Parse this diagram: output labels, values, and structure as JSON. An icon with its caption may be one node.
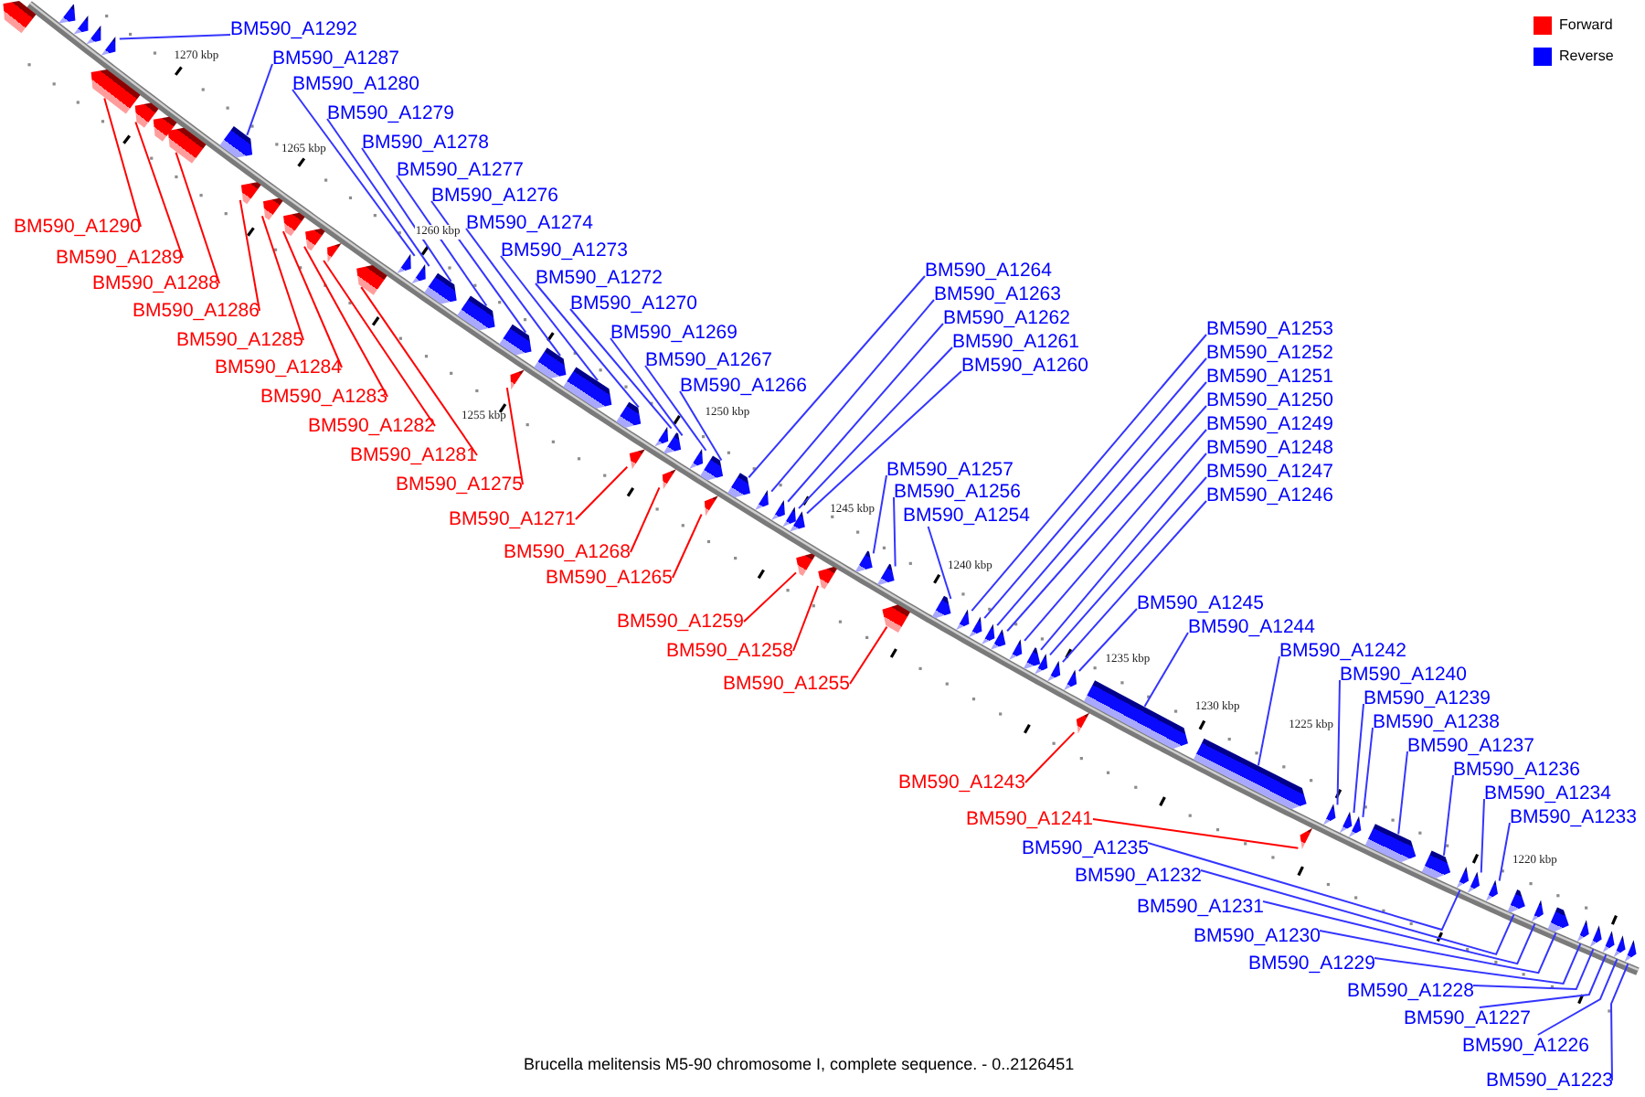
{
  "diagram": {
    "caption": "Brucella melitensis M5-90 chromosome I, complete sequence. - 0..2126451",
    "nodes": [
      {
        "text": [
          "BM590_A1292"
        ]
      },
      {
        "text": [
          "BM590_A1290"
        ]
      },
      {
        "text": [
          "BM590_A1289"
        ]
      },
      {
        "text": [
          "BM590_A1288"
        ]
      },
      {
        "text": [
          "BM590_A1287"
        ]
      },
      {
        "text": [
          "BM590_A1286"
        ]
      },
      {
        "text": [
          "BM590_A1285"
        ]
      },
      {
        "text": [
          "BM590_A1284"
        ]
      },
      {
        "text": [
          "BM590_A1283"
        ]
      },
      {
        "text": [
          "BM590_A1282"
        ]
      },
      {
        "text": [
          "BM590_A1281"
        ]
      },
      {
        "text": [
          "BM590_A1280"
        ]
      },
      {
        "text": [
          "BM590_A1279"
        ]
      },
      {
        "text": [
          "BM590_A1278"
        ]
      },
      {
        "text": [
          "BM590_A1277"
        ]
      },
      {
        "text": [
          "BM590_A1276"
        ]
      },
      {
        "text": [
          "BM590_A1275"
        ]
      },
      {
        "text": [
          "BM590_A1274"
        ]
      },
      {
        "text": [
          "BM590_A1273"
        ]
      },
      {
        "text": [
          "BM590_A1272"
        ]
      },
      {
        "text": [
          "BM590_A1271"
        ]
      },
      {
        "text": [
          "BM590_A1270"
        ]
      },
      {
        "text": [
          "BM590_A1269"
        ]
      },
      {
        "text": [
          "BM590_A1268"
        ]
      },
      {
        "text": [
          "BM590_A1267"
        ]
      },
      {
        "text": [
          "BM590_A1266"
        ]
      },
      {
        "text": [
          "BM590_A1265"
        ]
      },
      {
        "text": [
          "BM590_A1264"
        ]
      },
      {
        "text": [
          "BM590_A1263"
        ]
      },
      {
        "text": [
          "BM590_A1262"
        ]
      },
      {
        "text": [
          "BM590_A1261"
        ]
      },
      {
        "text": [
          "BM590_A1260"
        ]
      },
      {
        "text": [
          "BM590_A1259"
        ]
      },
      {
        "text": [
          "BM590_A1258"
        ]
      },
      {
        "text": [
          "BM590_A1257"
        ]
      },
      {
        "text": [
          "BM590_A1256"
        ]
      },
      {
        "text": [
          "BM590_A1255"
        ]
      },
      {
        "text": [
          "BM590_A1254"
        ]
      },
      {
        "text": [
          "BM590_A1253"
        ]
      },
      {
        "text": [
          "BM590_A1252"
        ]
      },
      {
        "text": [
          "BM590_A1251"
        ]
      },
      {
        "text": [
          "BM590_A1250"
        ]
      },
      {
        "text": [
          "BM590_A1249"
        ]
      },
      {
        "text": [
          "BM590_A1248"
        ]
      },
      {
        "text": [
          "BM590_A1247"
        ]
      },
      {
        "text": [
          "BM590_A1246"
        ]
      },
      {
        "text": [
          "BM590_A1245"
        ]
      },
      {
        "text": [
          "BM590_A1244"
        ]
      },
      {
        "text": [
          "BM590_A1243"
        ]
      },
      {
        "text": [
          "BM590_A1242"
        ]
      },
      {
        "text": [
          "BM590_A1241"
        ]
      },
      {
        "text": [
          "BM590_A1240"
        ]
      },
      {
        "text": [
          "BM590_A1239"
        ]
      },
      {
        "text": [
          "BM590_A1238"
        ]
      },
      {
        "text": [
          "BM590_A1237"
        ]
      },
      {
        "text": [
          "BM590_A1236"
        ]
      },
      {
        "text": [
          "BM590_A1235"
        ]
      },
      {
        "text": [
          "BM590_A1234"
        ]
      },
      {
        "text": [
          "BM590_A1233"
        ]
      },
      {
        "text": [
          "BM590_A1232"
        ]
      },
      {
        "text": [
          "BM590_A1231"
        ]
      },
      {
        "text": [
          "BM590_A1230"
        ]
      },
      {
        "text": [
          "BM590_A1229"
        ]
      },
      {
        "text": [
          "BM590_A1228"
        ]
      },
      {
        "text": [
          "BM590_A1227"
        ]
      },
      {
        "text": [
          "BM590_A1226"
        ]
      },
      {
        "text": [
          "BM590_A1223"
        ]
      },
      {
        "text": [],
        "shape": "arrow"
      },
      {
        "text": [],
        "shape": "arrow"
      },
      {
        "text": [],
        "shape": "arrow"
      },
      {
        "text": [],
        "shape": "arrow"
      },
      {
        "text": [],
        "shape": "arrow"
      },
      {
        "text": [],
        "shape": "arrow"
      },
      {
        "text": [],
        "shape": "arrow"
      },
      {
        "text": [],
        "shape": "arrow"
      },
      {
        "text": [],
        "shape": "arrow"
      },
      {
        "text": [],
        "shape": "arrow"
      },
      {
        "text": [],
        "shape": "arrow"
      },
      {
        "text": [],
        "shape": "arrow"
      },
      {
        "text": [],
        "shape": "arrow"
      },
      {
        "text": [],
        "shape": "arrow"
      },
      {
        "text": [],
        "shape": "arrow"
      },
      {
        "text": [],
        "shape": "arrow"
      },
      {
        "text": [],
        "shape": "arrow"
      },
      {
        "text": [],
        "shape": "arrow"
      },
      {
        "text": [],
        "shape": "arrow"
      },
      {
        "text": [],
        "shape": "arrow"
      },
      {
        "text": [],
        "shape": "arrow"
      },
      {
        "text": [],
        "shape": "arrow"
      },
      {
        "text": [],
        "shape": "arrow"
      },
      {
        "text": [],
        "shape": "arrow"
      },
      {
        "text": [],
        "shape": "arrow"
      },
      {
        "text": [],
        "shape": "arrow"
      },
      {
        "text": [],
        "shape": "arrow"
      },
      {
        "text": [],
        "shape": "arrow"
      },
      {
        "text": [],
        "shape": "arrow"
      },
      {
        "text": [],
        "shape": "arrow"
      },
      {
        "text": [],
        "shape": "arrow"
      },
      {
        "text": [],
        "shape": "arrow"
      },
      {
        "text": [],
        "shape": "arrow"
      },
      {
        "text": [],
        "shape": "arrow"
      },
      {
        "text": [],
        "shape": "arrow"
      },
      {
        "text": [],
        "shape": "arrow"
      },
      {
        "text": [],
        "shape": "arrow"
      },
      {
        "text": [],
        "shape": "arrow"
      },
      {
        "text": [],
        "shape": "arrow"
      },
      {
        "text": [],
        "shape": "arrow"
      },
      {
        "text": [],
        "shape": "arrow"
      },
      {
        "text": [],
        "shape": "arrow"
      },
      {
        "text": [],
        "shape": "arrow"
      },
      {
        "text": [],
        "shape": "arrow"
      },
      {
        "text": [],
        "shape": "arrow"
      },
      {
        "text": [],
        "shape": "arrow"
      },
      {
        "text": [],
        "shape": "arrow"
      },
      {
        "text": [],
        "shape": "arrow"
      },
      {
        "text": [],
        "shape": "arrow"
      },
      {
        "text": [],
        "shape": "arrow"
      },
      {
        "text": [],
        "shape": "arrow"
      },
      {
        "text": [],
        "shape": "arrow"
      },
      {
        "text": [],
        "shape": "arrow"
      },
      {
        "text": [],
        "shape": "arrow"
      },
      {
        "text": [],
        "shape": "arrow"
      },
      {
        "text": [],
        "shape": "arrow"
      },
      {
        "text": [],
        "shape": "arrow"
      },
      {
        "text": [],
        "shape": "arrow"
      },
      {
        "text": [],
        "shape": "arrow"
      },
      {
        "text": [],
        "shape": "arrow"
      },
      {
        "text": [],
        "shape": "arrow"
      },
      {
        "text": [],
        "shape": "arrow"
      },
      {
        "text": [],
        "shape": "arrow"
      },
      {
        "text": [],
        "shape": "arrow"
      },
      {
        "text": [],
        "shape": "arrow"
      },
      {
        "text": [],
        "shape": "arrow"
      },
      {
        "text": [],
        "shape": "arrow"
      },
      {
        "text": [],
        "shape": "arrow"
      },
      {
        "text": [],
        "shape": "arrow"
      },
      {
        "text": [],
        "shape": "arrow"
      },
      {
        "text": [],
        "shape": "arrow"
      },
      {
        "text": [],
        "shape": "arrow"
      }
    ],
    "edges": [
      {
        "from": 0,
        "to": 71,
        "arrow": "none"
      },
      {
        "from": 1,
        "to": 72,
        "arrow": "none",
        "color": "#ff0000"
      },
      {
        "from": 2,
        "to": 73,
        "arrow": "none",
        "color": "#ff0000"
      },
      {
        "from": 3,
        "to": 75,
        "arrow": "none",
        "color": "#ff0000"
      },
      {
        "from": 4,
        "to": 76,
        "arrow": "none"
      },
      {
        "from": 5,
        "to": 77,
        "arrow": "none",
        "color": "#ff0000"
      },
      {
        "from": 6,
        "to": 78,
        "arrow": "none",
        "color": "#ff0000"
      },
      {
        "from": 7,
        "to": 79,
        "arrow": "none",
        "color": "#ff0000"
      },
      {
        "from": 8,
        "to": 80,
        "arrow": "none",
        "color": "#ff0000"
      },
      {
        "from": 9,
        "to": 81,
        "arrow": "none",
        "color": "#ff0000"
      },
      {
        "from": 10,
        "to": 82,
        "arrow": "none",
        "color": "#ff0000"
      },
      {
        "from": 11,
        "to": 83,
        "arrow": "none"
      },
      {
        "from": 12,
        "to": 84,
        "arrow": "none"
      },
      {
        "from": 13,
        "to": 85,
        "arrow": "none"
      },
      {
        "from": 14,
        "to": 86,
        "arrow": "none"
      },
      {
        "from": 15,
        "to": 87,
        "arrow": "none"
      },
      {
        "from": 16,
        "to": 88,
        "arrow": "none",
        "color": "#ff0000"
      },
      {
        "from": 17,
        "to": 89,
        "arrow": "none"
      },
      {
        "from": 18,
        "to": 90,
        "arrow": "none"
      },
      {
        "from": 19,
        "to": 91,
        "arrow": "none"
      },
      {
        "from": 20,
        "to": 92,
        "arrow": "none",
        "color": "#ff0000"
      },
      {
        "from": 21,
        "to": 93,
        "arrow": "none"
      },
      {
        "from": 22,
        "to": 94,
        "arrow": "none"
      },
      {
        "from": 23,
        "to": 95,
        "arrow": "none",
        "color": "#ff0000"
      },
      {
        "from": 24,
        "to": 96,
        "arrow": "none"
      },
      {
        "from": 25,
        "to": 97,
        "arrow": "none"
      },
      {
        "from": 26,
        "to": 98,
        "arrow": "none",
        "color": "#ff0000"
      },
      {
        "from": 27,
        "to": 99,
        "arrow": "none"
      },
      {
        "from": 28,
        "to": 100,
        "arrow": "none"
      },
      {
        "from": 29,
        "to": 101,
        "arrow": "none"
      },
      {
        "from": 30,
        "to": 102,
        "arrow": "none"
      },
      {
        "from": 31,
        "to": 103,
        "arrow": "none"
      },
      {
        "from": 32,
        "to": 104,
        "arrow": "none",
        "color": "#ff0000"
      },
      {
        "from": 33,
        "to": 105,
        "arrow": "none",
        "color": "#ff0000"
      },
      {
        "from": 34,
        "to": 106,
        "arrow": "none"
      },
      {
        "from": 35,
        "to": 107,
        "arrow": "none"
      },
      {
        "from": 36,
        "to": 108,
        "arrow": "none",
        "color": "#ff0000"
      },
      {
        "from": 37,
        "to": 109,
        "arrow": "none"
      },
      {
        "from": 38,
        "to": 110,
        "arrow": "none"
      },
      {
        "from": 39,
        "to": 111,
        "arrow": "none"
      },
      {
        "from": 40,
        "to": 112,
        "arrow": "none"
      },
      {
        "from": 41,
        "to": 113,
        "arrow": "none"
      },
      {
        "from": 42,
        "to": 114,
        "arrow": "none"
      },
      {
        "from": 43,
        "to": 115,
        "arrow": "none"
      },
      {
        "from": 44,
        "to": 116,
        "arrow": "none"
      },
      {
        "from": 45,
        "to": 117,
        "arrow": "none"
      },
      {
        "from": 46,
        "to": 118,
        "arrow": "none"
      },
      {
        "from": 47,
        "to": 119,
        "arrow": "none"
      },
      {
        "from": 48,
        "to": 120,
        "arrow": "none",
        "color": "#ff0000"
      },
      {
        "from": 49,
        "to": 121,
        "arrow": "none"
      },
      {
        "from": 50,
        "to": 122,
        "arrow": "none",
        "color": "#ff0000"
      },
      {
        "from": 51,
        "to": 123,
        "arrow": "none"
      },
      {
        "from": 52,
        "to": 124,
        "arrow": "none"
      },
      {
        "from": 53,
        "to": 125,
        "arrow": "none"
      },
      {
        "from": 54,
        "to": 126,
        "arrow": "none"
      },
      {
        "from": 55,
        "to": 127,
        "arrow": "none"
      },
      {
        "from": 56,
        "to": 128,
        "arrow": "none"
      },
      {
        "from": 57,
        "to": 129,
        "arrow": "none"
      },
      {
        "from": 58,
        "to": 130,
        "arrow": "none"
      },
      {
        "from": 59,
        "to": 131,
        "arrow": "none"
      },
      {
        "from": 60,
        "to": 132,
        "arrow": "none"
      },
      {
        "from": 61,
        "to": 133,
        "arrow": "none"
      },
      {
        "from": 62,
        "to": 134,
        "arrow": "none"
      },
      {
        "from": 63,
        "to": 135,
        "arrow": "none"
      },
      {
        "from": 64,
        "to": 136,
        "arrow": "none"
      },
      {
        "from": 65,
        "to": 137,
        "arrow": "none"
      },
      {
        "from": 66,
        "to": 138,
        "arrow": "none"
      }
    ],
    "labels": [
      "1270 kbp",
      "1265 kbp",
      "1260 kbp",
      "1255 kbp",
      "1250 kbp",
      "1245 kbp",
      "1240 kbp",
      "1235 kbp",
      "1230 kbp",
      "1225 kbp",
      "1220 kbp"
    ],
    "legend": [
      {
        "text": "Forward",
        "color": "#ff0000"
      },
      {
        "text": "Reverse",
        "color": "#0000ff"
      }
    ]
  }
}
